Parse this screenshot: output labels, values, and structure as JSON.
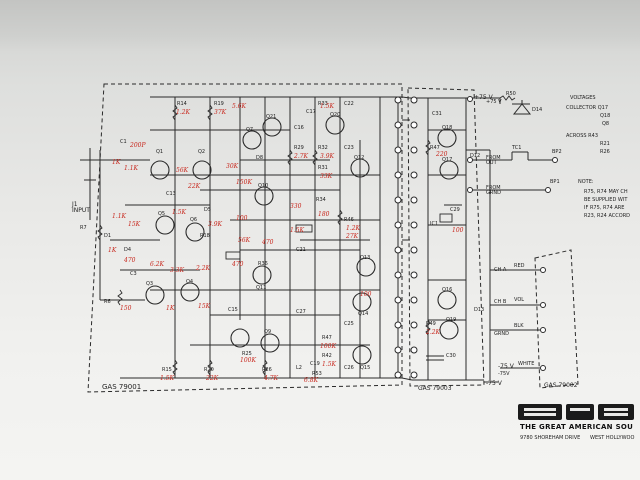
{
  "boards": {
    "main": "GAS 79001",
    "regulator": "GAS 79003",
    "meter": "GAS 79002"
  },
  "rails": {
    "plus": "+75 V",
    "minus": "-75 V",
    "reg_plus": "+75 V",
    "reg_minus": "-75 V"
  },
  "io": {
    "input": "J1 INPUT",
    "from_out": "FROM OUT",
    "from_gnd": "FROM GRND",
    "bp1": "BP1",
    "bp2": "BP2",
    "tc1": "TC1",
    "ch_a": "CH A",
    "ch_b": "CH B",
    "red": "RED",
    "vol": "VOL",
    "blk": "BLK",
    "white": "WHITE",
    "grnd": "GRND",
    "minus75": "-75V"
  },
  "notes": {
    "voltages_title": "VOLTAGES",
    "collector": "COLLECTOR Q17",
    "q18": "Q18",
    "q8": "Q8",
    "across": "ACROSS  R43",
    "r21": "R21",
    "r26": "R26",
    "note_title": "NOTE:",
    "note_line1": "R75, R74 MAY CH",
    "note_line2": "BE SUPPLIED WIT",
    "note_line3": "IF R75, R74 ARE",
    "note_line4": "R23, R24 ACCORD"
  },
  "transistors": {
    "q1": "Q1",
    "q2": "Q2",
    "q3": "Q3",
    "q4": "Q4",
    "q5": "Q5",
    "q6": "Q6",
    "q7": "Q7",
    "q9": "Q9",
    "q10": "Q10",
    "q11": "Q11",
    "q12": "Q12",
    "q13": "Q13",
    "q14": "Q14",
    "q15": "Q15",
    "q16": "Q16",
    "q17": "Q17",
    "q18": "Q18",
    "q19": "Q19",
    "q20": "Q20",
    "q21": "Q21"
  },
  "components": {
    "r14": "R14",
    "r19": "R19",
    "r33": "R33",
    "r29": "R29",
    "r32": "R32",
    "r31": "R31",
    "r34": "R34",
    "r46": "R46",
    "r42": "R42",
    "r47": "R47",
    "r20": "R20",
    "r15": "R15",
    "r25": "R25",
    "r26": "R26",
    "r6": "R6",
    "r7": "R7",
    "r18": "R18",
    "r36": "R36",
    "r50": "R50",
    "r53": "R53",
    "r49": "R49",
    "r47b": "R47",
    "c1": "C1",
    "c3": "C3",
    "c13": "C13",
    "c15": "C15",
    "c16": "C16",
    "c17": "C17",
    "c19": "C19",
    "c21": "C21",
    "c22": "C22",
    "c23": "C23",
    "c25": "C25",
    "c26": "C26",
    "c27": "C27",
    "c29": "C29",
    "c30": "C30",
    "c31": "C31",
    "d1": "D1",
    "d4": "D4",
    "d5": "D5",
    "d8": "D8",
    "d12": "D12",
    "d13": "D13",
    "d14": "D14",
    "l2": "L2",
    "ic1": "IC1"
  },
  "annotations": {
    "a1": "1.2K",
    "a2": "37K",
    "a3": "5.6K",
    "a4": "200P",
    "a5": "1K",
    "a6": "1.1K",
    "a7": "56K",
    "a8": "22K",
    "a9": "30K",
    "a10": "150K",
    "a11": "1.1K",
    "a12": "15K",
    "a13": "1.5K",
    "a14": "3.9K",
    "a15": "100",
    "a16": "56K",
    "a17": "1K",
    "a18": "470",
    "a19": "6.2K",
    "a20": "3.3K",
    "a21": "2.2K",
    "a22": "470",
    "a23": "150",
    "a24": "1K",
    "a25": "15K",
    "a26": "1.5K",
    "a27": "22K",
    "a28": "100K",
    "a29": "4.7K",
    "a30": "2.7K",
    "a31": "1.5K",
    "a32": "3.9K",
    "a33": "33K",
    "a34": "330",
    "a35": "180",
    "a36": "1.5K",
    "a37": "1.2K",
    "a38": "27K",
    "a39": "470",
    "a40": "100",
    "a41": "100K",
    "a42": "1.5K",
    "a43": "220",
    "a44": "100",
    "a45": "2.2K",
    "a46": "6.8K"
  },
  "brand": {
    "name": "THE GREAT AMERICAN SOU",
    "address": "9780 SHOREHAM DRIVE",
    "city": "WEST HOLLYWOO"
  }
}
